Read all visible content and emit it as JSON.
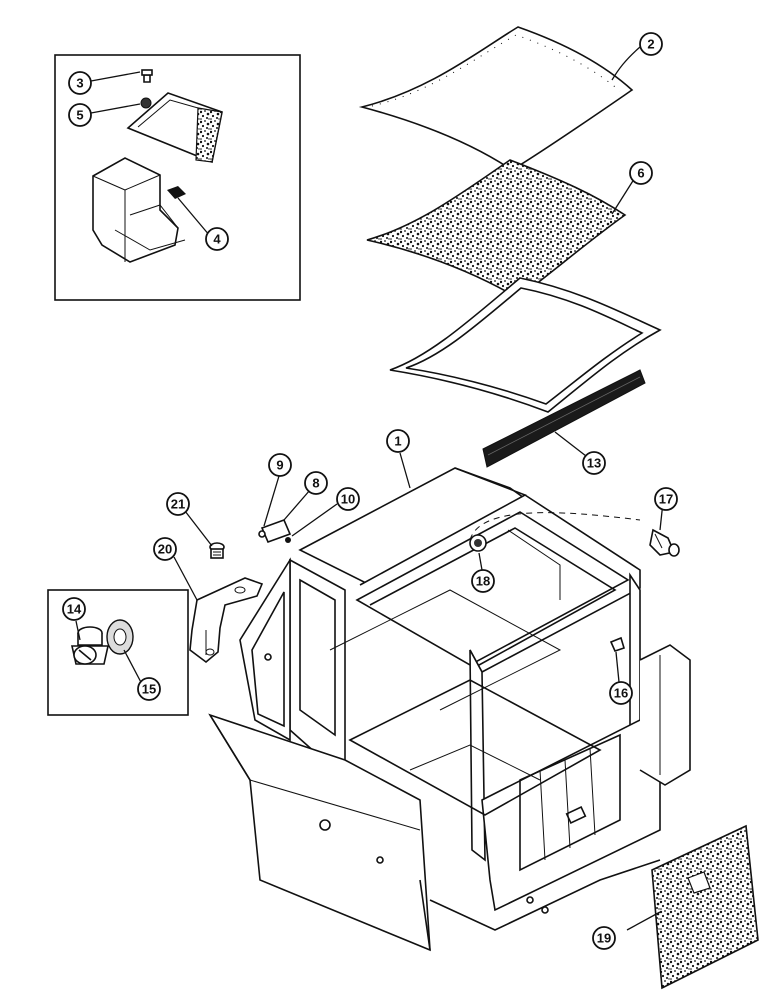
{
  "diagram": {
    "callouts": [
      {
        "id": "c1",
        "label": "1"
      },
      {
        "id": "c2",
        "label": "2"
      },
      {
        "id": "c3",
        "label": "3"
      },
      {
        "id": "c4",
        "label": "4"
      },
      {
        "id": "c5",
        "label": "5"
      },
      {
        "id": "c6",
        "label": "6"
      },
      {
        "id": "c8",
        "label": "8"
      },
      {
        "id": "c9",
        "label": "9"
      },
      {
        "id": "c10",
        "label": "10"
      },
      {
        "id": "c13",
        "label": "13"
      },
      {
        "id": "c14",
        "label": "14"
      },
      {
        "id": "c15",
        "label": "15"
      },
      {
        "id": "c16",
        "label": "16"
      },
      {
        "id": "c17",
        "label": "17"
      },
      {
        "id": "c18",
        "label": "18"
      },
      {
        "id": "c19",
        "label": "19"
      },
      {
        "id": "c20",
        "label": "20"
      },
      {
        "id": "c21",
        "label": "21"
      }
    ]
  }
}
